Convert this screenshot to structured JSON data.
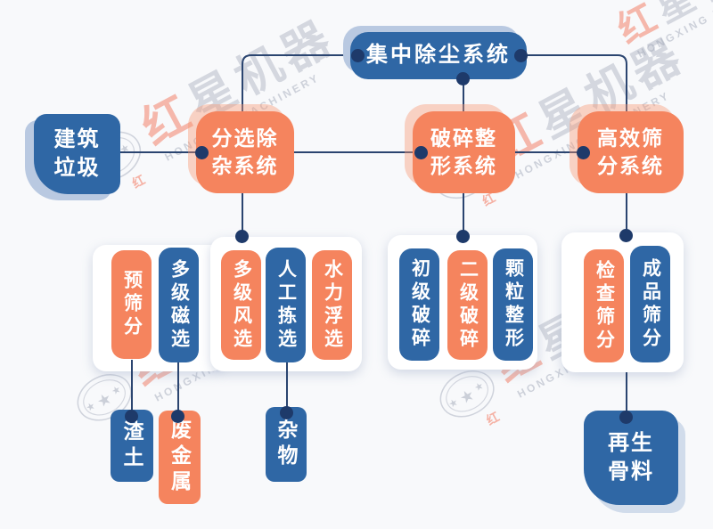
{
  "background_color": "#f8f9fb",
  "palette": {
    "blue": "#2f67a5",
    "orange": "#f5845e",
    "navy_dot": "#1e3a6a",
    "line": "#2b4570",
    "light_blue_shadow": "#b9c9e1",
    "light_orange_shadow": "#f7b396",
    "card": "#ffffff"
  },
  "flowchart": {
    "dust_system": {
      "label": "集中除尘系统",
      "color": "blue"
    },
    "input": {
      "line1": "建筑",
      "line2": "垃圾",
      "color": "blue"
    },
    "systems": [
      {
        "line1": "分选除",
        "line2": "杂系统",
        "color": "orange"
      },
      {
        "line1": "破碎整",
        "line2": "形系统",
        "color": "orange"
      },
      {
        "line1": "高效筛",
        "line2": "分系统",
        "color": "orange"
      }
    ],
    "process_cards": [
      {
        "pills": [
          {
            "label": "预筛分",
            "color": "orange"
          },
          {
            "label": "多级磁选",
            "color": "blue"
          }
        ]
      },
      {
        "pills": [
          {
            "label": "多级风选",
            "color": "orange"
          },
          {
            "label": "人工拣选",
            "color": "blue"
          },
          {
            "label": "水力浮选",
            "color": "orange"
          }
        ]
      },
      {
        "pills": [
          {
            "label": "初级破碎",
            "color": "blue"
          },
          {
            "label": "二级破碎",
            "color": "orange"
          },
          {
            "label": "颗粒整形",
            "color": "blue"
          }
        ]
      },
      {
        "pills": [
          {
            "label": "检查筛分",
            "color": "orange"
          },
          {
            "label": "成品筛分",
            "color": "blue"
          }
        ]
      }
    ],
    "outputs": [
      {
        "label": "渣土",
        "color": "blue"
      },
      {
        "label": "废金属",
        "color": "orange"
      },
      {
        "label": "杂物",
        "color": "blue"
      },
      {
        "line1": "再生",
        "line2": "骨料",
        "color": "blue"
      }
    ]
  },
  "watermark": {
    "logo_icon": "oval-stars-logo",
    "red_char": "红",
    "rest": "星机器",
    "latin": "HONGXING MACHINERY"
  }
}
